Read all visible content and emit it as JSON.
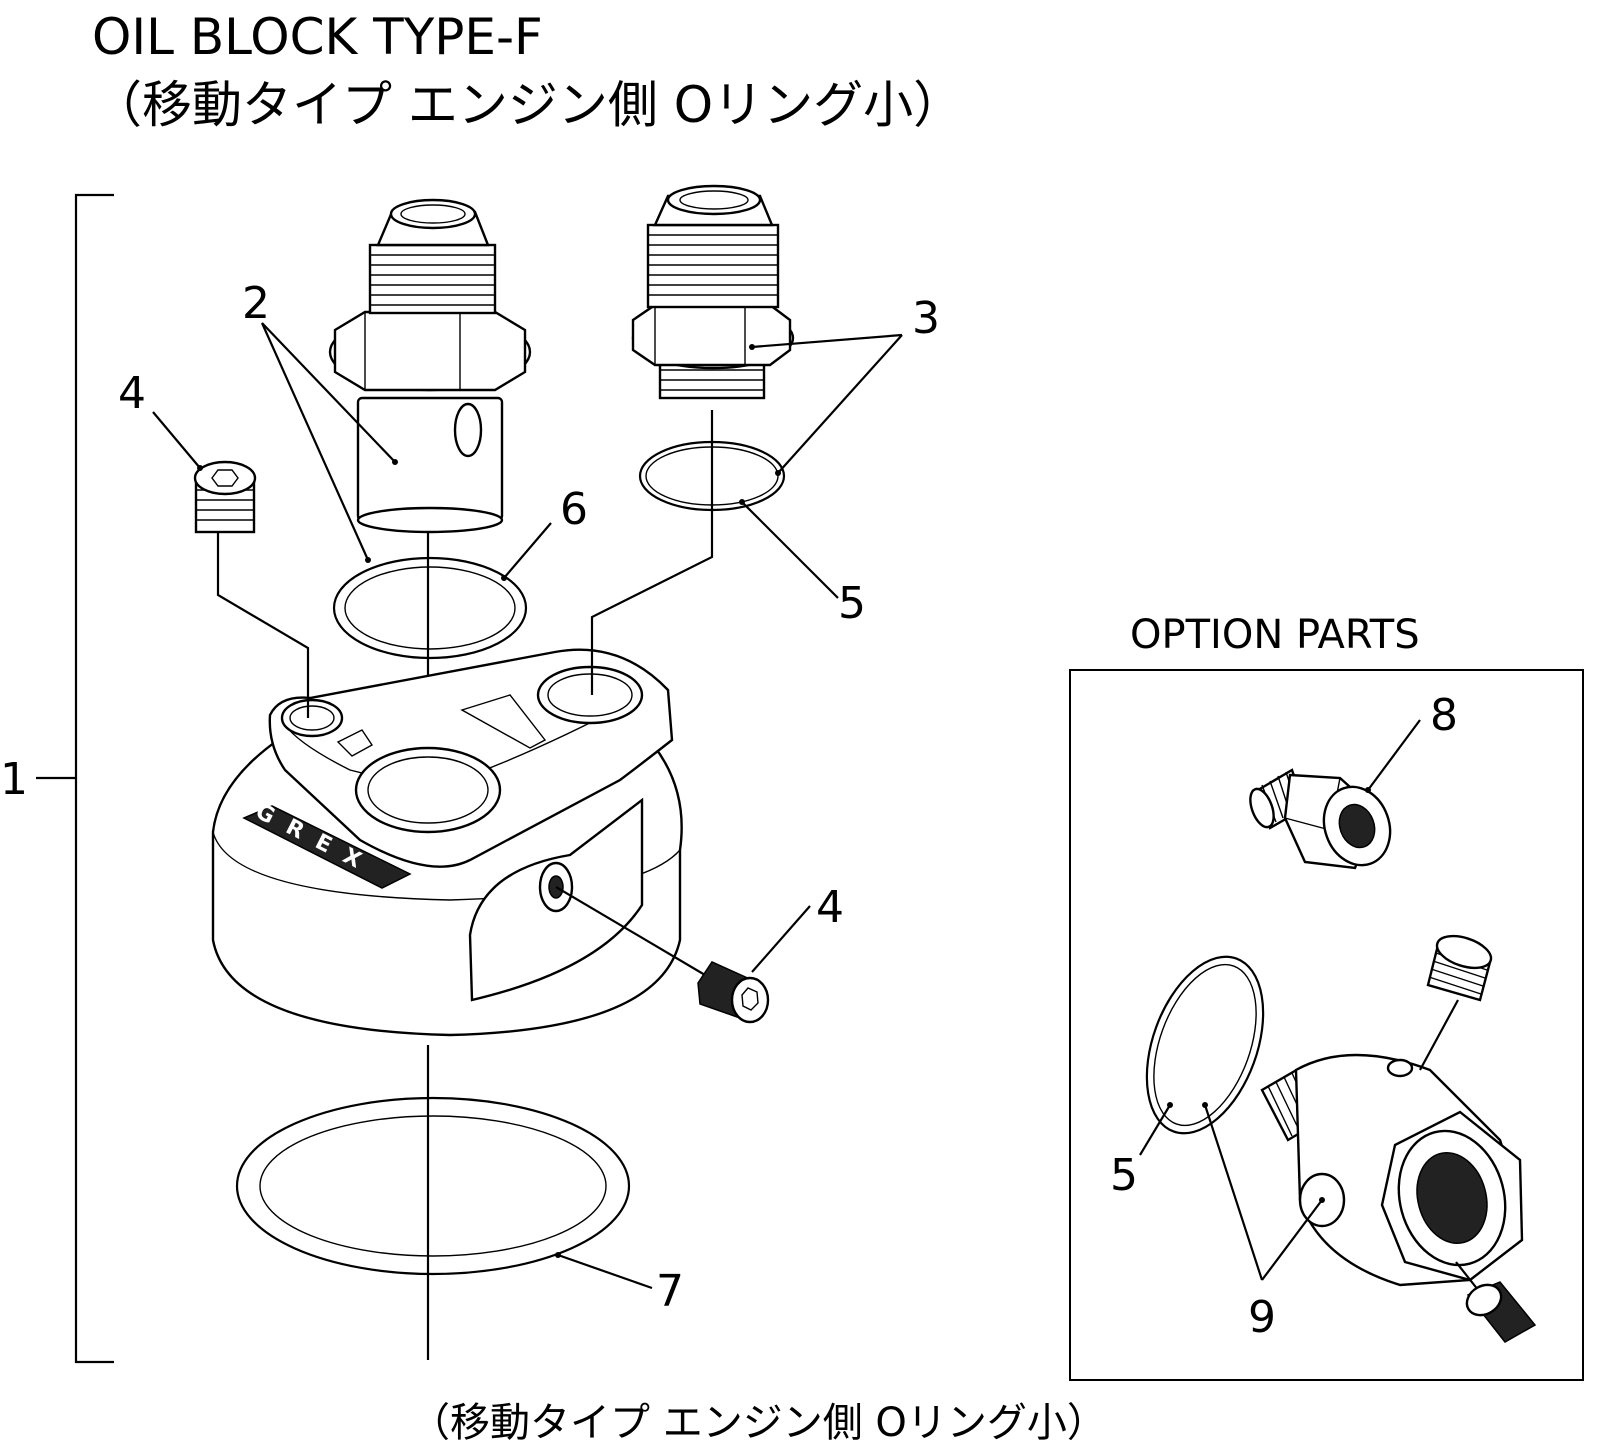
{
  "title": {
    "line1": "OIL BLOCK TYPE-F",
    "line2": "（移動タイプ エンジン側 Oリング小）"
  },
  "option_label": "OPTION PARTS",
  "logo_text": "GREX",
  "caption": "（移動タイプ エンジン側 Oリング小）",
  "callouts": {
    "c1": "1",
    "c2": "2",
    "c3": "3",
    "c4a": "4",
    "c4b": "4",
    "c5a": "5",
    "c5b": "5",
    "c6": "6",
    "c7": "7",
    "c8": "8",
    "c9": "9"
  }
}
